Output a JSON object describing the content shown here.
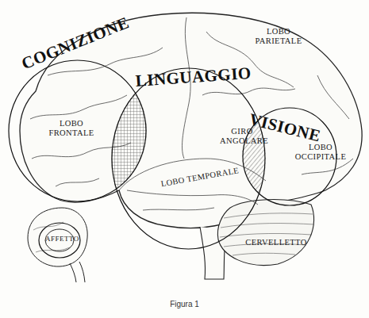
{
  "diagram": {
    "caption": "Figura 1",
    "nodes": [
      {
        "text": [
          "COGNIZIONE"
        ]
      },
      {
        "text": [
          "LINGUAGGIO"
        ]
      },
      {
        "text": [
          "VISIONE"
        ]
      },
      {
        "text": [
          "AFFETTO"
        ]
      }
    ],
    "labels": [
      "LOBO PARIETALE",
      "LOBO FRONTALE",
      "GIRO ANGOLARE",
      "LOBO OCCIPITALE",
      "LOBO TEMPORALE",
      "CERVELLETTO"
    ]
  }
}
